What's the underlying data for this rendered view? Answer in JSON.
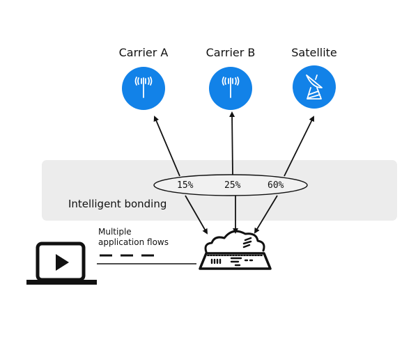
{
  "carriers": [
    {
      "label": "Carrier A",
      "icon": "cell-tower-icon"
    },
    {
      "label": "Carrier B",
      "icon": "cell-tower-icon"
    },
    {
      "label": "Satellite",
      "icon": "satellite-dish-icon"
    }
  ],
  "bonding": {
    "label": "Intelligent bonding",
    "splits": [
      "15%",
      "25%",
      "60%"
    ]
  },
  "flows": {
    "label_line1": "Multiple",
    "label_line2": "application flows"
  },
  "colors": {
    "accent": "#1282e8",
    "panel": "#ececec",
    "line": "#111111"
  }
}
